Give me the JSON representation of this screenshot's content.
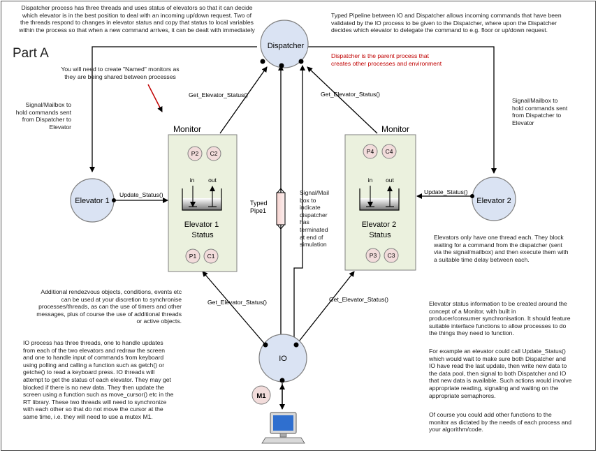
{
  "title": "Part A",
  "notes": {
    "top_left": "Dispatcher process has three threads and uses status of elevators so that it can decide\nwhich elevator is in the best position to deal with an incoming up/down request.  Two of\nthe threads respond to changes in elevator status and copy that status to local variables\nwithin the process so that when a new command arrives, it can be dealt with immediately",
    "top_right": "Typed Pipeline between IO and Dispatcher allows incoming commands that have been\nvalidated by the IO process to be given to the Dispatcher, where upon the Dispatcher\ndecides which elevator to delegate the command to e.g. floor or up/down request.",
    "named_monitors": "You will need to create \"Named\" monitors as\nthey are being shared between processes",
    "dispatcher_parent": "Dispatcher is the parent process that\ncreates other processes and environment",
    "signal_left": "Signal/Mailbox to\nhold commands sent\nfrom Dispatcher to\nElevator",
    "signal_right": "Signal/Mailbox to\nhold commands sent\nfrom Dispatcher to\nElevator",
    "signal_mid": "Signal/Mail\nbox to\nindicate\ndispatcher\nhas\nterminated\nat end of\nsimulation",
    "elevators_one_thread": "Elevators only have one thread each. They block\nwaiting for a command from the dispatcher (sent\nvia the signal/mailbox) and then execute them with\na suitable time delay between each.",
    "rendezvous": "Additional rendezvous objects, conditions, events etc\ncan be used at your discretion to synchronise\nprocesses/threads, as can the use of timers and other\nmessages, plus of course the use of additional threads\nor active objects.",
    "io_process": "IO process has three threads, one to handle updates\nfrom each of the two elevators and redraw the screen\nand one to handle input of commands from keyboard\nusing polling and calling a function such as getch() or\ngetche() to read a keyboard press. IO threads will\nattempt to get the status of each elevator. They may get\nblocked if there is no new data. They then update the\nscreen using a function such as move_cursor() etc in the\nRT library. These two threads will need to synchronize\nwith each other so that do not move the cursor at the\nsame time, i.e. they will need to use a mutex M1.",
    "status_monitor": "Elevator status information to be created around the\nconcept of a Monitor, with built in\nproducer/consumer synchronisation.  It should feature\nsuitable interface functions to allow processes to do\nthe things they need to function.",
    "example_update": "For example an elevator could call Update_Status()\nwhich would wait to make sure both Dispatcher and\nIO have read the last update, then write new data to\nthe data pool, then signal to both Dispatcher and IO\nthat new data is available. Such actions would involve\nappropriate reading, signaling and waiting on the\nappropriate semaphores.",
    "other_functions": "Of course you could add other functions to the\nmonitor as dictated by the needs of each process and\nyour algorithm/code."
  },
  "nodes": {
    "dispatcher": "Dispatcher",
    "elevator1": "Elevator 1",
    "elevator2": "Elevator 2",
    "io": "IO",
    "mutex": "M1"
  },
  "monitors": {
    "left": {
      "heading": "Monitor",
      "status": "Elevator 1\nStatus",
      "tokens": [
        "P2",
        "C2",
        "P1",
        "C1"
      ],
      "in": "in",
      "out": "out"
    },
    "right": {
      "heading": "Monitor",
      "status": "Elevator 2\nStatus",
      "tokens": [
        "P4",
        "C4",
        "P3",
        "C3"
      ],
      "in": "in",
      "out": "out"
    }
  },
  "edges": {
    "get_status_tl": "Get_Elevator_Status()",
    "get_status_tr": "Get_Elevator_Status()",
    "get_status_bl": "Get_Elevator_Status()",
    "get_status_br": "Get_Elevator_Status()",
    "update_left": "Update_Status()",
    "update_right": "Update_Status()",
    "pipe": "Typed\nPipe1"
  },
  "colors": {
    "node_fill": "#dae3f3",
    "monitor_fill": "#ebf1de",
    "token_fill": "#f2dcdb",
    "accent_red": "#c00000"
  }
}
